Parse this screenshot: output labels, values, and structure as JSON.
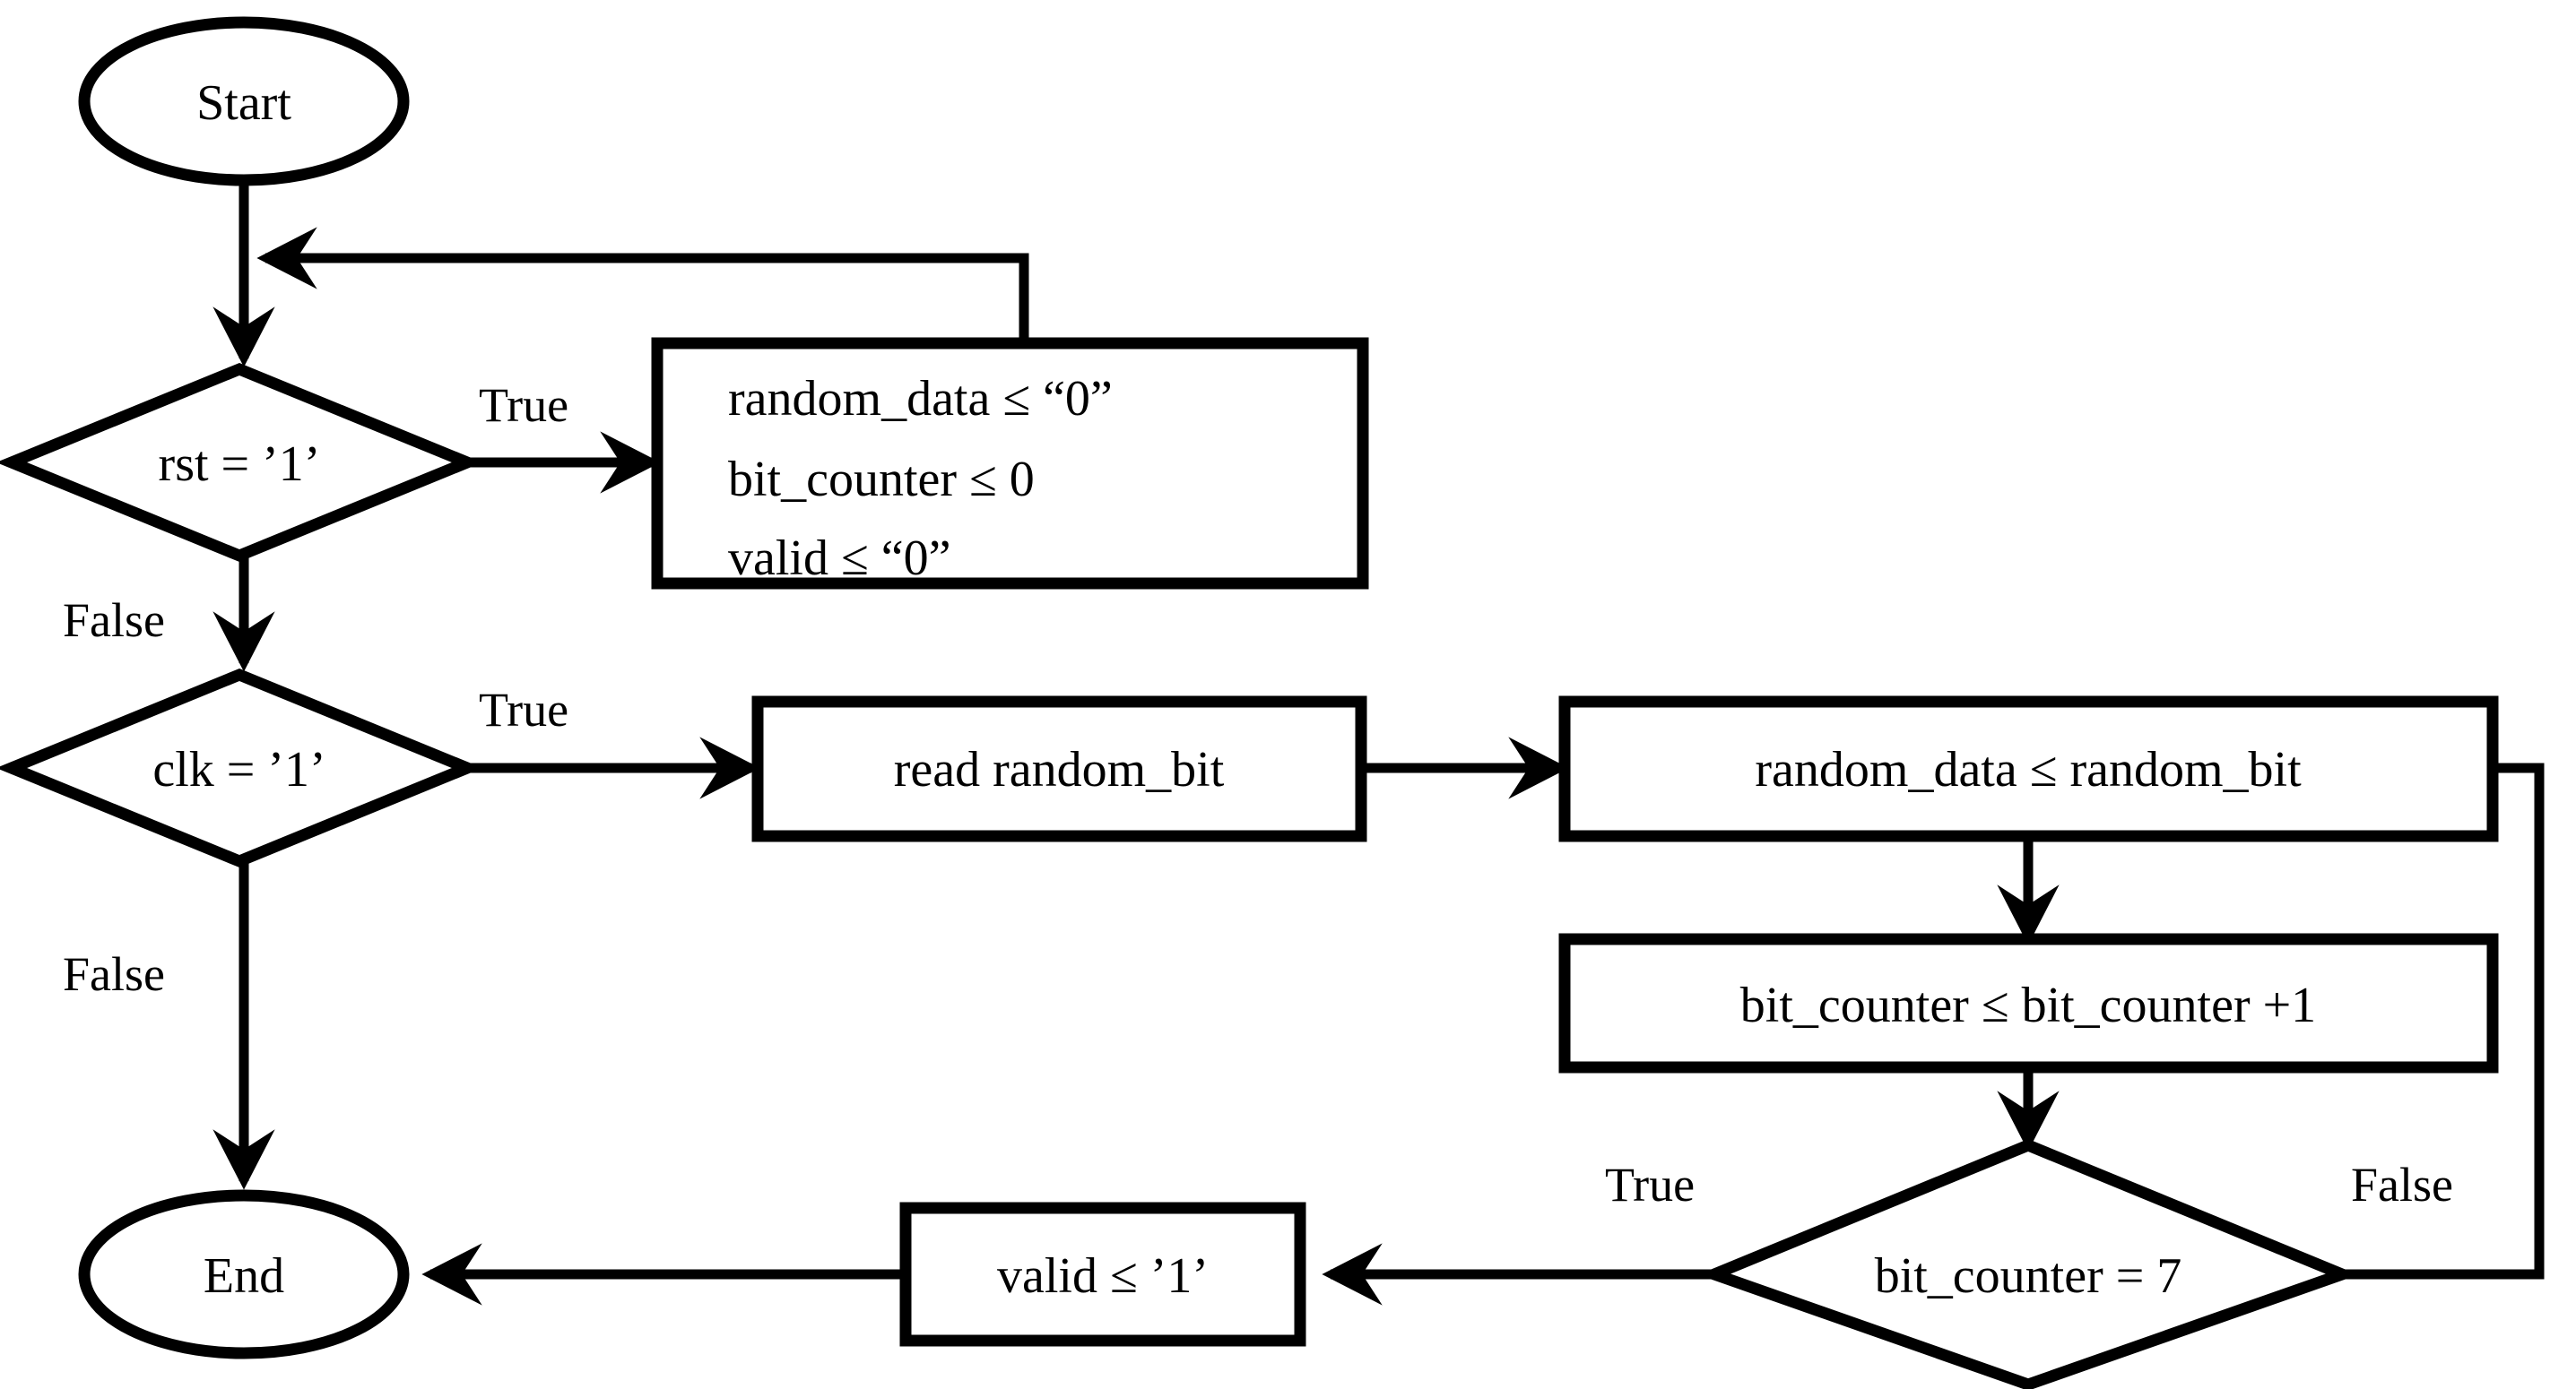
{
  "diagram": {
    "type": "flowchart",
    "title": "",
    "background_color": "#ffffff",
    "stroke_color": "#000000",
    "nodes": [
      {
        "id": "start",
        "shape": "ellipse",
        "label": "Start"
      },
      {
        "id": "rst",
        "shape": "diamond",
        "label": "rst = ’1’"
      },
      {
        "id": "reset_box",
        "shape": "rectangle",
        "lines": [
          "random_data ≤ “0”",
          "bit_counter ≤ 0",
          "valid ≤ “0”"
        ]
      },
      {
        "id": "clk",
        "shape": "diamond",
        "label": "clk = ’1’"
      },
      {
        "id": "read_bit",
        "shape": "rectangle",
        "label": "read random_bit"
      },
      {
        "id": "assign_data",
        "shape": "rectangle",
        "label": "random_data ≤ random_bit"
      },
      {
        "id": "inc_counter",
        "shape": "rectangle",
        "label": "bit_counter ≤ bit_counter +1"
      },
      {
        "id": "check_count",
        "shape": "diamond",
        "label": "bit_counter = 7"
      },
      {
        "id": "set_valid",
        "shape": "rectangle",
        "label": "valid ≤ ’1’"
      },
      {
        "id": "end",
        "shape": "ellipse",
        "label": "End"
      }
    ],
    "edge_labels": {
      "rst_true": "True",
      "rst_false": "False",
      "clk_true": "True",
      "clk_false": "False",
      "count_true": "True",
      "count_false": "False"
    },
    "edges": [
      {
        "from": "start",
        "to": "rst",
        "label": ""
      },
      {
        "from": "rst",
        "to": "reset_box",
        "label": "True"
      },
      {
        "from": "rst",
        "to": "clk",
        "label": "False"
      },
      {
        "from": "reset_box",
        "to": "rst",
        "label": ""
      },
      {
        "from": "clk",
        "to": "read_bit",
        "label": "True"
      },
      {
        "from": "clk",
        "to": "end",
        "label": "False"
      },
      {
        "from": "read_bit",
        "to": "assign_data",
        "label": ""
      },
      {
        "from": "assign_data",
        "to": "inc_counter",
        "label": ""
      },
      {
        "from": "inc_counter",
        "to": "check_count",
        "label": ""
      },
      {
        "from": "check_count",
        "to": "set_valid",
        "label": "True"
      },
      {
        "from": "check_count",
        "to": "assign_data",
        "label": "False"
      },
      {
        "from": "set_valid",
        "to": "end",
        "label": ""
      }
    ]
  }
}
